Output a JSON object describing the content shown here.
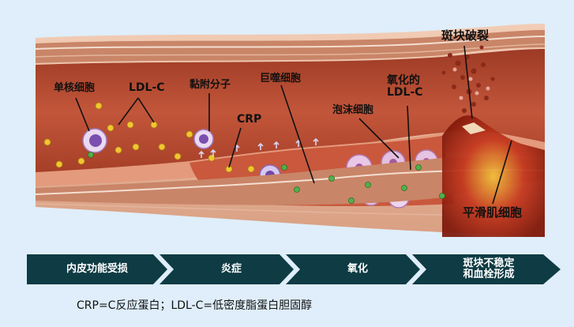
{
  "diagram": {
    "labels": {
      "monocyte": "单核细胞",
      "ldl_c": "LDL-C",
      "adhesion": "黏附分子",
      "crp": "CRP",
      "macrophage": "巨噬细胞",
      "oxidized_ldl": "氧化的\nLDL-C",
      "foam_cell": "泡沫细胞",
      "plaque_rupture": "斑块破裂",
      "smooth_muscle": "平滑肌细胞"
    },
    "stages": [
      "内皮功能受损",
      "炎症",
      "氧化",
      "斑块不稳定\n和血栓形成"
    ],
    "footnote": "CRP=C反应蛋白；LDL-C=低密度脂蛋白胆固醇",
    "colors": {
      "background": "#dfeefa",
      "vessel_wall": "#e7b59a",
      "lumen": "#b8452d",
      "stage_band": "#0f3b44",
      "plaque": "#e9c7e6",
      "clot": "#8e1a10"
    }
  }
}
